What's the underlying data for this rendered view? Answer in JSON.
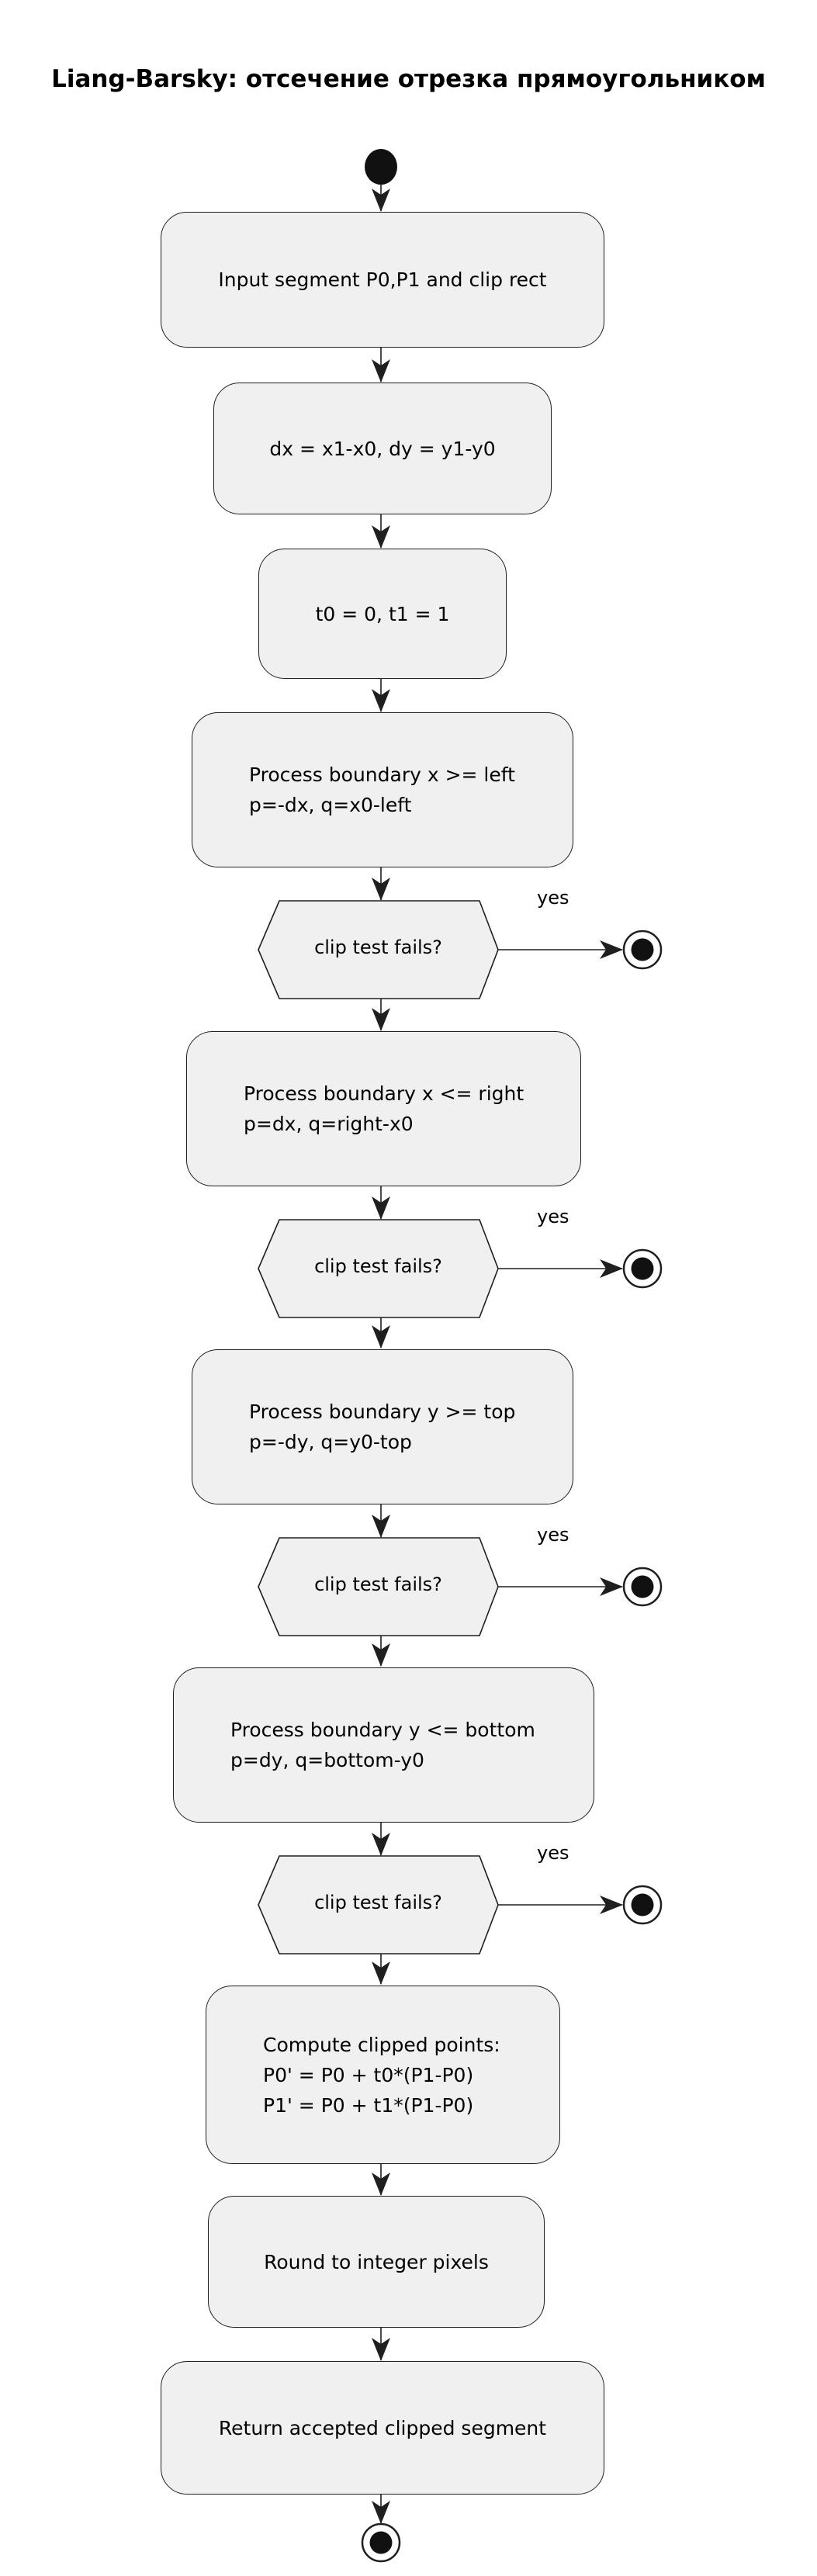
{
  "title": "Liang-Barsky: отсечение отрезка прямоугольником",
  "colors": {
    "background": "#ffffff",
    "node_fill": "#f0f0f0",
    "node_stroke": "#1f1f1f",
    "ink": "#111111"
  },
  "steps": {
    "input": "Input segment P0,P1 and clip rect",
    "deltas": "dx = x1-x0, dy = y1-y0",
    "init_t": "t0 = 0, t1 = 1",
    "left": [
      "Process boundary x >= left",
      "p=-dx, q=x0-left"
    ],
    "right": [
      "Process boundary x <= right",
      "p=dx, q=right-x0"
    ],
    "top": [
      "Process boundary y >= top",
      "p=-dy, q=y0-top"
    ],
    "bottom": [
      "Process boundary y <= bottom",
      "p=dy, q=bottom-y0"
    ],
    "compute": [
      "Compute clipped points:",
      "P0' = P0 + t0*(P1-P0)",
      "P1' = P0 + t1*(P1-P0)"
    ],
    "round": "Round to integer pixels",
    "return": "Return accepted clipped segment"
  },
  "decision": {
    "label": "clip test fails?",
    "yes": "yes"
  }
}
